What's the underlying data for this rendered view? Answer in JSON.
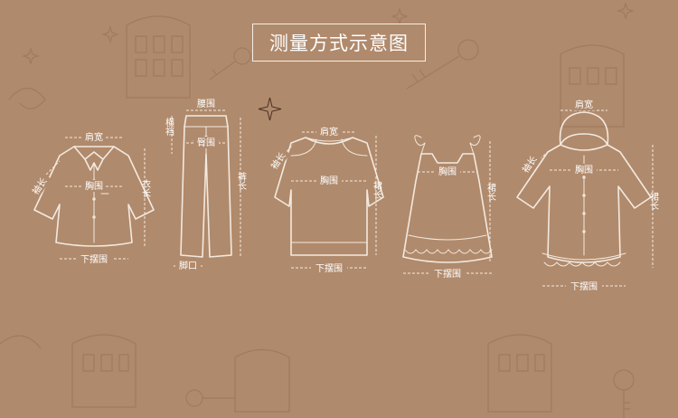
{
  "title": "测量方式示意图",
  "colors": {
    "background": "#b08a6c",
    "line": "#f3e9df",
    "deco": "#9c7659"
  },
  "garments": [
    {
      "name": "shirt",
      "labels": {
        "shoulder": "肩宽",
        "sleeve": "袖长",
        "chest": "胸围",
        "length": "衣长",
        "hem": "下摆围"
      }
    },
    {
      "name": "pants",
      "labels": {
        "waist": "腰围",
        "rise": "横裆",
        "hip": "臀围",
        "length": "裤长",
        "leg_opening": "脚口"
      }
    },
    {
      "name": "tshirt-dress",
      "labels": {
        "shoulder": "肩宽",
        "sleeve": "袖长",
        "chest": "胸围",
        "length": "裙长",
        "hem": "下摆围"
      }
    },
    {
      "name": "slip-dress",
      "labels": {
        "chest": "胸围",
        "length": "裙长",
        "hem": "下摆围"
      }
    },
    {
      "name": "hooded-dress",
      "labels": {
        "shoulder": "肩宽",
        "sleeve": "袖长",
        "chest": "胸围",
        "length": "裙长",
        "hem": "下摆围"
      }
    }
  ]
}
